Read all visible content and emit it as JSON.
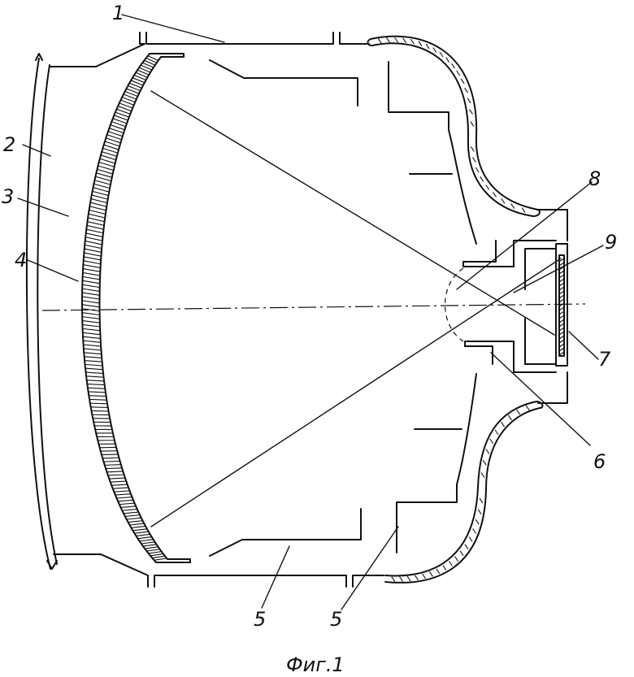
{
  "labels": [
    "1",
    "2",
    "3",
    "4",
    "5",
    "5",
    "6",
    "7",
    "8",
    "9"
  ],
  "caption": "Фиг.1"
}
